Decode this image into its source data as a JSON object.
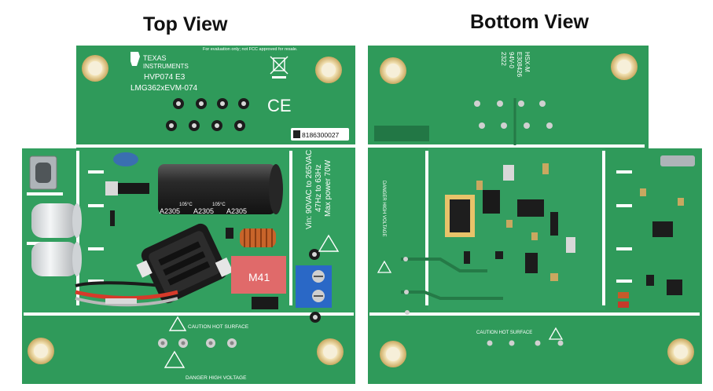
{
  "titles": {
    "top_view": "Top View",
    "bottom_view": "Bottom View"
  },
  "top_board": {
    "eval_notice": "For evaluation only; not FCC approved for resale.",
    "brand_line1": "TEXAS",
    "brand_line2": "INSTRUMENTS",
    "board_rev": "HVP074 E3",
    "board_name": "LMG362xEVM-074",
    "ce_mark": "CE",
    "serial": "8186300027",
    "spec_line1": "Vin: 90VAC to 265VAC",
    "spec_line2": "47Hz to 63Hz",
    "spec_line3": "Max power 70W",
    "cap_marking": "A2305",
    "cap_rating": "105°C",
    "transformer_label": "M41",
    "caution_hot": "CAUTION HOT SURFACE",
    "danger_hv": "DANGER HIGH VOLTAGE"
  },
  "bottom_board": {
    "ul_line1": "HSX-M",
    "ul_line2": "E308426",
    "ul_line3": "94V-0",
    "ul_line4": "2322",
    "danger_hv": "DANGER HIGH VOLTAGE",
    "caution_hot": "CAUTION HOT SURFACE"
  },
  "colors": {
    "pcb_green": "#2f9a5a",
    "pcb_light": "#38a865",
    "pad_gold": "#e9d39a",
    "silkscreen": "#ffffff"
  }
}
